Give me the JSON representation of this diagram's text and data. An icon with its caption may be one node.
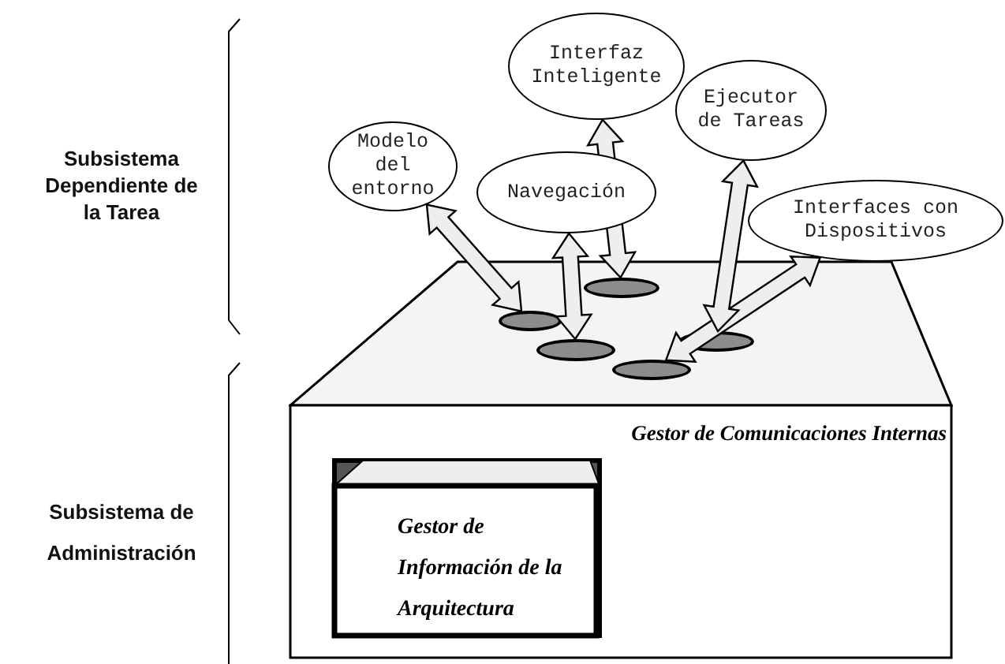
{
  "diagram": {
    "nodes": [
      {
        "text": [
          "Interfaz Inteligente"
        ]
      },
      {
        "text": [
          "Ejecutor de Tareas"
        ]
      },
      {
        "text": [
          "Modelo del entorno"
        ]
      },
      {
        "text": [
          "Navegación"
        ]
      },
      {
        "text": [
          "Interfaces con Dispositivos"
        ]
      },
      {
        "text": [
          "Gestor de Comunicaciones Internas"
        ]
      },
      {
        "text": [],
        "shape": "ellipse"
      },
      {
        "text": [],
        "shape": "ellipse"
      },
      {
        "text": [],
        "shape": "ellipse"
      },
      {
        "text": [],
        "shape": "ellipse"
      },
      {
        "text": [],
        "shape": "ellipse"
      },
      {
        "text": [
          "Gestor de Información de la Arquitectura"
        ],
        "in": 5
      }
    ],
    "edges": [
      {
        "from": 2,
        "to": 6,
        "arrow": "both"
      },
      {
        "from": 3,
        "to": 7,
        "arrow": "both"
      },
      {
        "from": 0,
        "to": 8,
        "arrow": "both"
      },
      {
        "from": 4,
        "to": 9,
        "arrow": "both"
      },
      {
        "from": 1,
        "to": 10,
        "arrow": "both"
      }
    ],
    "labels": [
      "Subsistema Dependiente de la Tarea",
      "Subsistema de Administración"
    ]
  }
}
